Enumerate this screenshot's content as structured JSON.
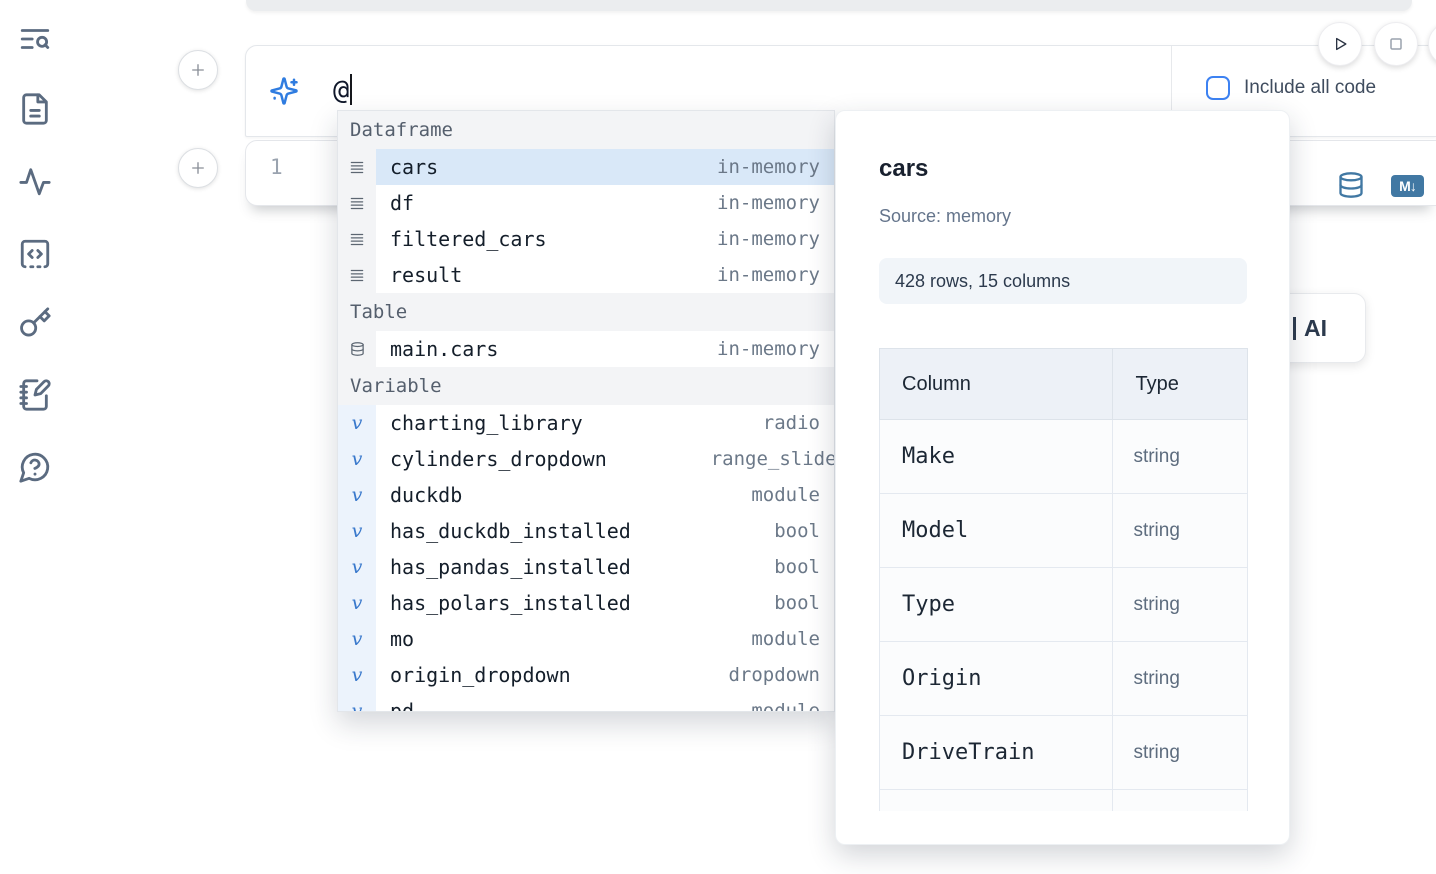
{
  "sidebar": {
    "items": [
      {
        "icon": "table-of-contents-search-icon"
      },
      {
        "icon": "document-icon"
      },
      {
        "icon": "activity-icon"
      },
      {
        "icon": "code-square-icon"
      },
      {
        "icon": "key-icon"
      },
      {
        "icon": "scratchpad-pen-icon"
      },
      {
        "icon": "help-chat-icon"
      }
    ]
  },
  "toolbar": {
    "run_icon": "play-icon",
    "stop_icon": "stop-square-icon"
  },
  "prompt": {
    "value": "@",
    "include_all_code_label": "Include all code"
  },
  "cell": {
    "line_number": "1",
    "markdown_badge": "M↓",
    "database_icon": "database-icon"
  },
  "ai_panel": {
    "label": "AI"
  },
  "completion": {
    "sections": [
      {
        "label": "Dataframe",
        "rows": [
          {
            "name": "cars",
            "detail": "in-memory",
            "selected": true
          },
          {
            "name": "df",
            "detail": "in-memory"
          },
          {
            "name": "filtered_cars",
            "detail": "in-memory"
          },
          {
            "name": "result",
            "detail": "in-memory"
          }
        ]
      },
      {
        "label": "Table",
        "rows": [
          {
            "name": "main.cars",
            "detail": "in-memory"
          }
        ]
      },
      {
        "label": "Variable",
        "rows": [
          {
            "name": "charting_library",
            "detail": "radio"
          },
          {
            "name": "cylinders_dropdown",
            "detail": "range_slider"
          },
          {
            "name": "duckdb",
            "detail": "module"
          },
          {
            "name": "has_duckdb_installed",
            "detail": "bool"
          },
          {
            "name": "has_pandas_installed",
            "detail": "bool"
          },
          {
            "name": "has_polars_installed",
            "detail": "bool"
          },
          {
            "name": "mo",
            "detail": "module"
          },
          {
            "name": "origin_dropdown",
            "detail": "dropdown"
          },
          {
            "name": "pd",
            "detail": "module"
          }
        ]
      }
    ]
  },
  "preview": {
    "title": "cars",
    "source": "Source: memory",
    "shape": "428 rows, 15 columns",
    "table": {
      "headers": [
        "Column",
        "Type"
      ],
      "rows": [
        [
          "Make",
          "string"
        ],
        [
          "Model",
          "string"
        ],
        [
          "Type",
          "string"
        ],
        [
          "Origin",
          "string"
        ],
        [
          "DriveTrain",
          "string"
        ],
        [
          "",
          ""
        ]
      ]
    }
  },
  "colors": {
    "accent_blue": "#3b82f6",
    "sparkle_blue": "#2f7ce0",
    "steel_blue": "#4178a3",
    "selection_blue": "#d9e8f8",
    "sidebar_icon": "#5b6b80",
    "section_header_bg": "#f3f4f6",
    "variable_gutter_bg": "#ecf3fc",
    "badge_bg": "#f1f5f9"
  }
}
